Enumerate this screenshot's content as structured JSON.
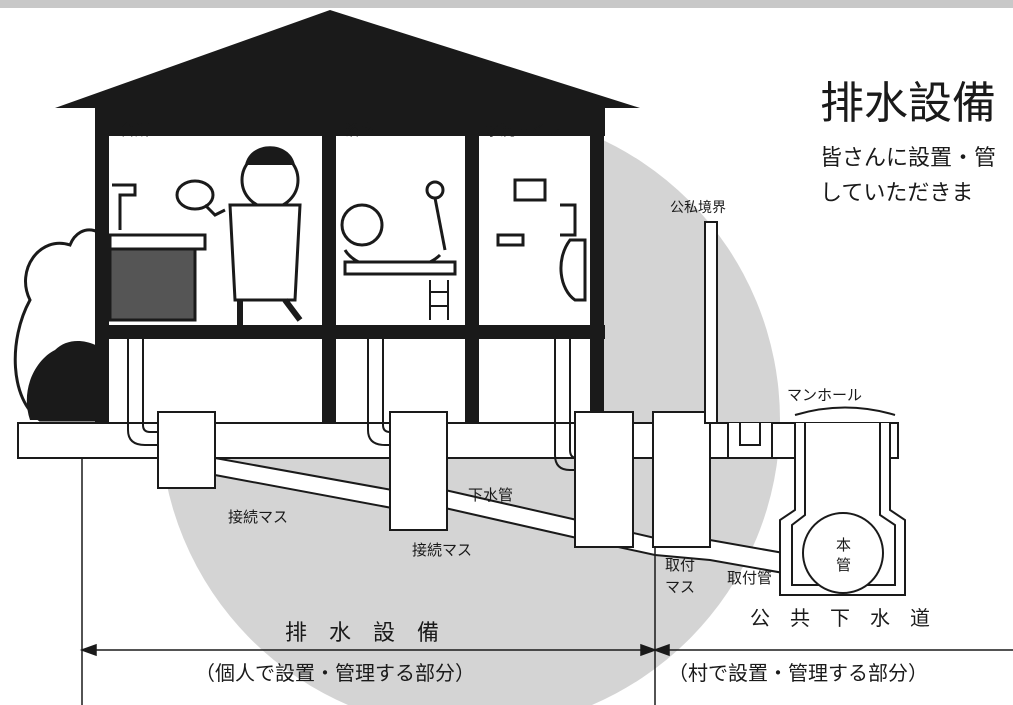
{
  "title": "排水設備",
  "intro_lines": [
    "皆さんに設置・管",
    "していただきま"
  ],
  "rooms": {
    "kitchen": "台所",
    "bath": "浴室",
    "toilet": "水洗トイレ"
  },
  "labels": {
    "boundary": "公私境界",
    "manhole": "マンホール",
    "sewer_pipe": "下水管",
    "junction_box_1": "接続マス",
    "junction_box_2": "接続マス",
    "attach_box_line1": "取付",
    "attach_box_line2": "マス",
    "attach_pipe": "取付管",
    "main_pipe_line1": "本",
    "main_pipe_line2": "管"
  },
  "sections": {
    "private_title": "排　水　設　備",
    "private_caption": "（個人で設置・管理する部分）",
    "public_title": "公　共　下　水　道",
    "public_caption": "（村で設置・管理する部分）"
  },
  "colors": {
    "background": "#ffffff",
    "shade_circle": "#d4d4d4",
    "ink": "#1a1a1a",
    "top_strip": "#c8c8c8"
  }
}
